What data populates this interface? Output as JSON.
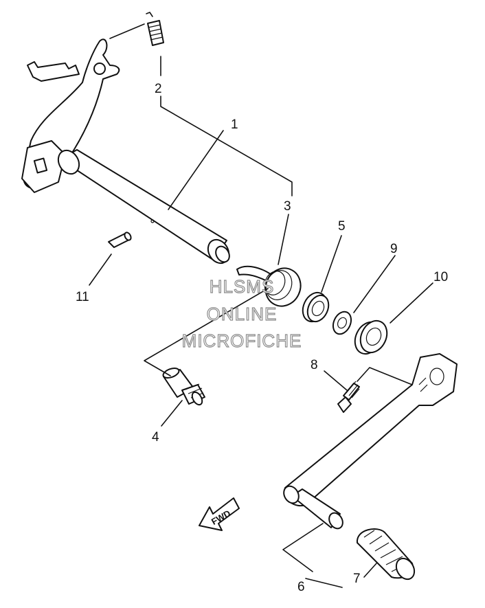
{
  "callouts": [
    {
      "id": "1",
      "label": "1"
    },
    {
      "id": "2",
      "label": "2"
    },
    {
      "id": "3",
      "label": "3"
    },
    {
      "id": "4",
      "label": "4"
    },
    {
      "id": "5",
      "label": "5"
    },
    {
      "id": "6",
      "label": "6"
    },
    {
      "id": "7",
      "label": "7"
    },
    {
      "id": "8",
      "label": "8"
    },
    {
      "id": "9",
      "label": "9"
    },
    {
      "id": "10",
      "label": "10"
    },
    {
      "id": "11",
      "label": "11"
    }
  ],
  "watermark": {
    "line1": "HLSMS",
    "line2": "ONLINE",
    "line3": "MICROFICHE"
  },
  "direction_arrow": {
    "label": "FWD"
  }
}
